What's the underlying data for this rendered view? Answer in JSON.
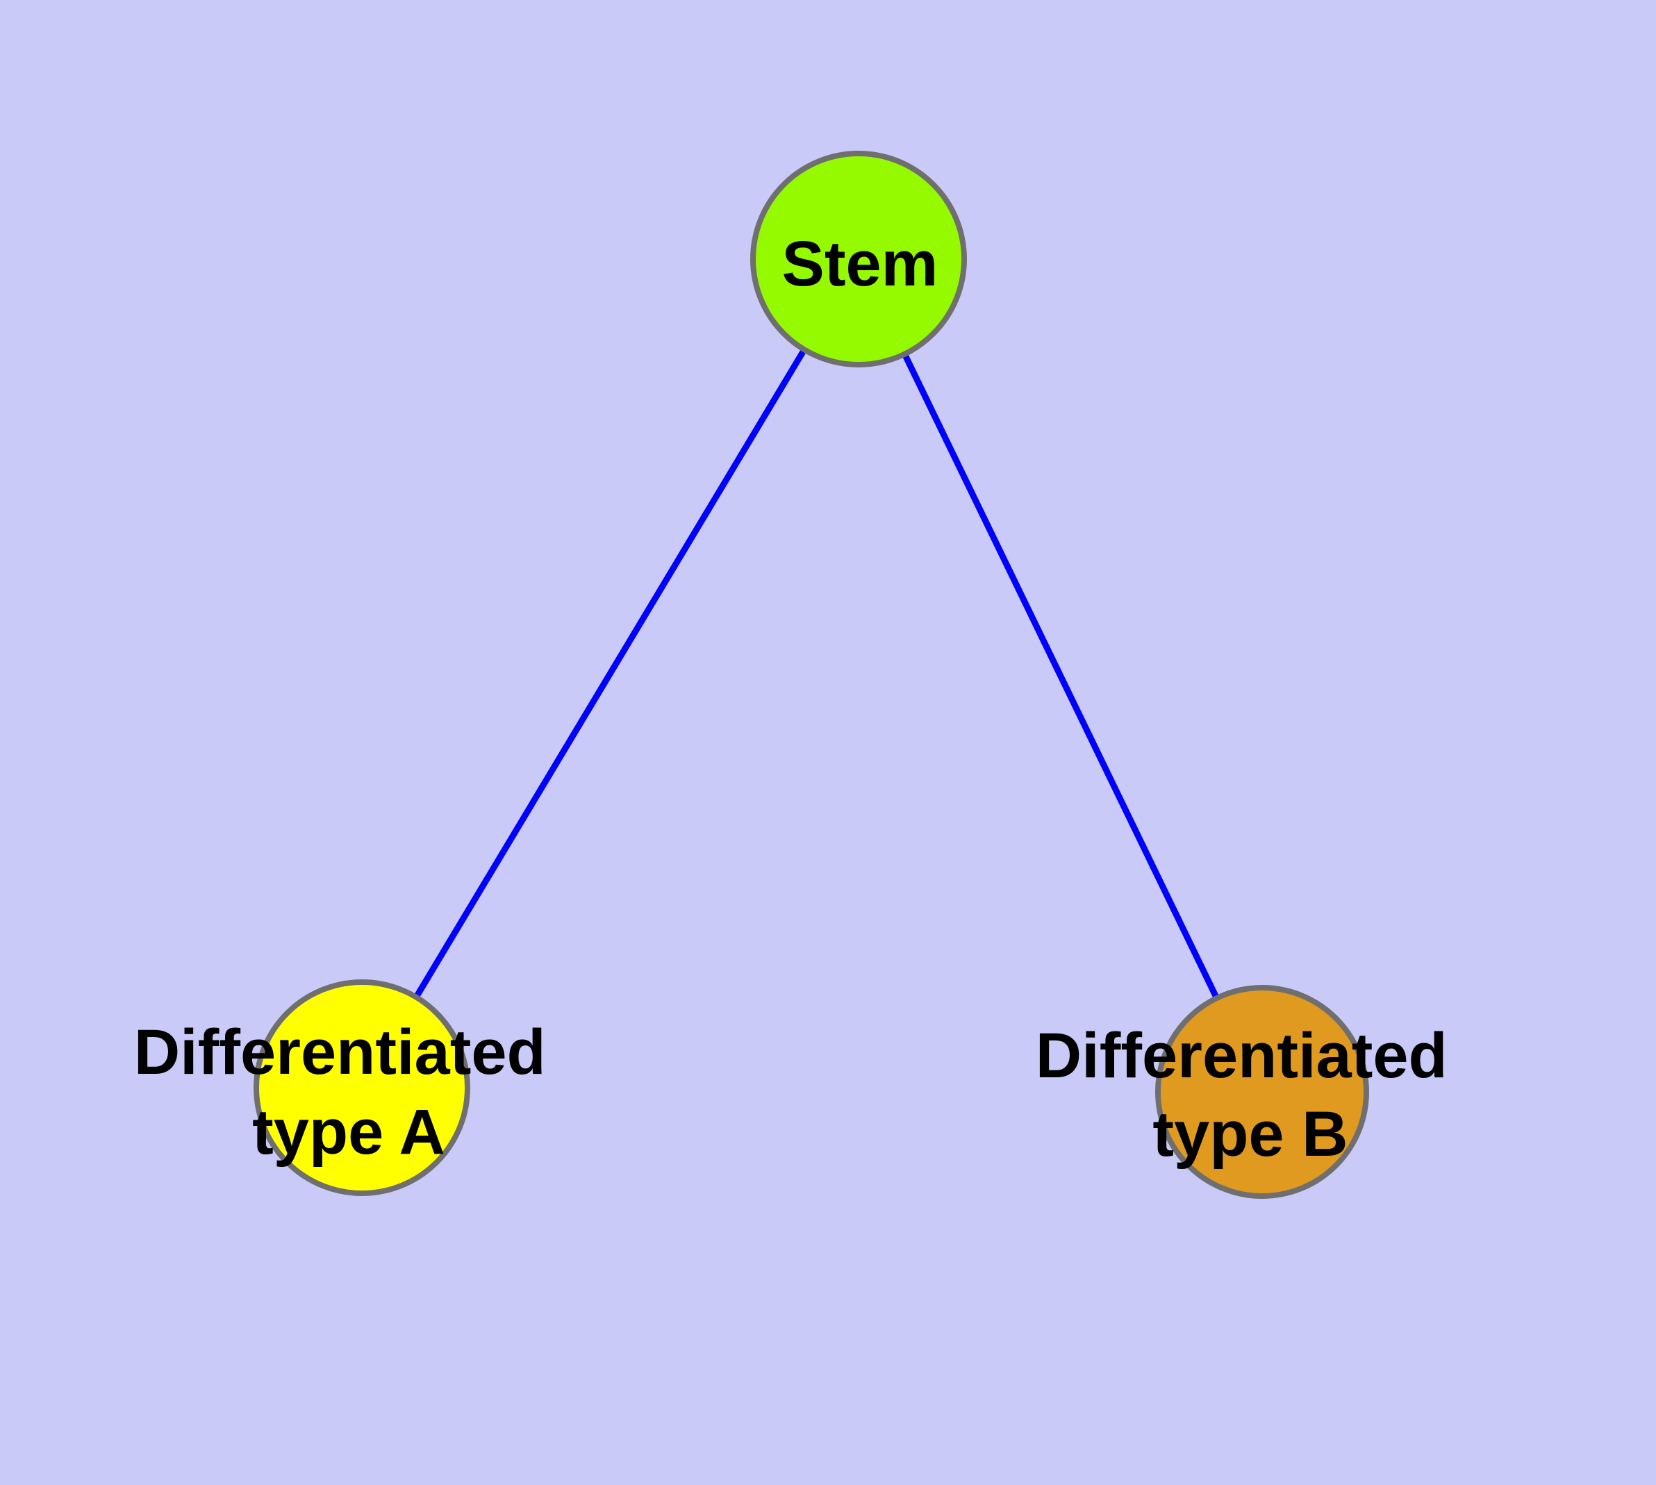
{
  "diagram": {
    "background_color": "#CACAF8",
    "edge_color": "#0000FF",
    "node_border_color": "#6F6F6F",
    "label_color": "#000000",
    "nodes": {
      "stem": {
        "label": "Stem",
        "fill_color": "#95FA00"
      },
      "type_a": {
        "label_line1": "Differentiated",
        "label_line2": "type A",
        "fill_color": "#FFFF00"
      },
      "type_b": {
        "label_line1": "Differentiated",
        "label_line2": "type B",
        "fill_color": "#E09A20"
      }
    },
    "edges": [
      {
        "from": "Stem",
        "to": "Differentiated type A"
      },
      {
        "from": "Stem",
        "to": "Differentiated type B"
      }
    ]
  }
}
